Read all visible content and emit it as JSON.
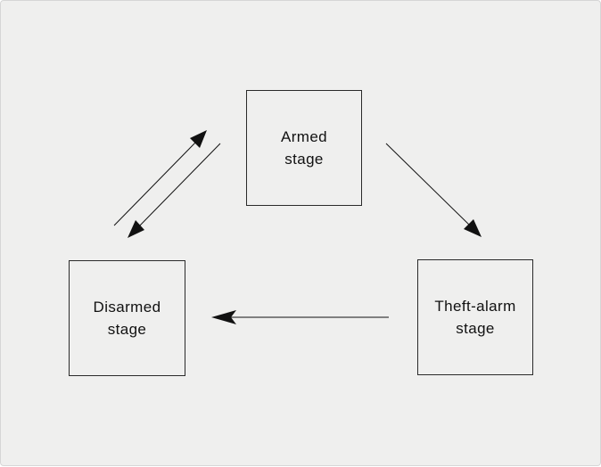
{
  "diagram": {
    "background_color": "#efefee",
    "line_color": "#111111",
    "states": {
      "armed": {
        "lines": [
          "Armed",
          "stage"
        ]
      },
      "disarmed": {
        "lines": [
          "Disarmed",
          "stage"
        ]
      },
      "theft_alarm": {
        "lines": [
          "Theft-alarm",
          "stage"
        ]
      }
    },
    "transitions": [
      {
        "from": "disarmed",
        "to": "armed"
      },
      {
        "from": "armed",
        "to": "disarmed"
      },
      {
        "from": "armed",
        "to": "theft_alarm"
      },
      {
        "from": "theft_alarm",
        "to": "disarmed"
      }
    ]
  }
}
